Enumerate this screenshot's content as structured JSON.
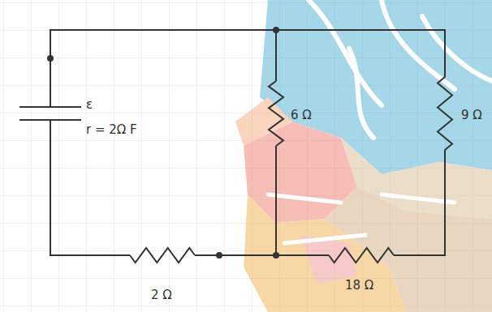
{
  "diagram": {
    "labels": [
      "ε",
      "r = 2Ω F",
      "6 Ω",
      "9 Ω",
      "2 Ω",
      "18 Ω"
    ]
  }
}
